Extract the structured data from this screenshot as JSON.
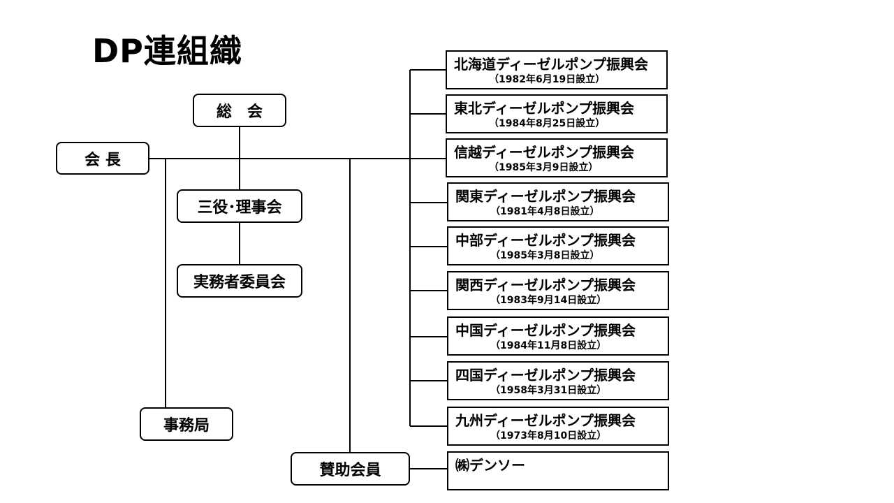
{
  "title": "DP連組織",
  "nodes": {
    "soukai": "総　会",
    "kaicho": "会 長",
    "sanyaku": "三役･理事会",
    "jitsumu": "実務者委員会",
    "jimukyoku": "事務局",
    "sanjo": "賛助会員"
  },
  "associations": [
    {
      "name": "北海道ディーゼルポンプ振興会",
      "founded": "（1982年6月19日設立）"
    },
    {
      "name": "東北ディーゼルポンプ振興会",
      "founded": "（1984年8月25日設立）"
    },
    {
      "name": "信越ディーゼルポンプ振興会",
      "founded": "（1985年3月9日設立）"
    },
    {
      "name": "関東ディーゼルポンプ振興会",
      "founded": "（1981年4月8日設立）"
    },
    {
      "name": "中部ディーゼルポンプ振興会",
      "founded": "（1985年3月8日設立）"
    },
    {
      "name": "関西ディーゼルポンプ振興会",
      "founded": "（1983年9月14日設立）"
    },
    {
      "name": "中国ディーゼルポンプ振興会",
      "founded": "（1984年11月8日設立）"
    },
    {
      "name": "四国ディーゼルポンプ振興会",
      "founded": "（1958年3月31日設立）"
    },
    {
      "name": "九州ディーゼルポンプ振興会",
      "founded": "（1973年8月10日設立）"
    }
  ],
  "sponsor": {
    "name": "㈱デンソー"
  }
}
